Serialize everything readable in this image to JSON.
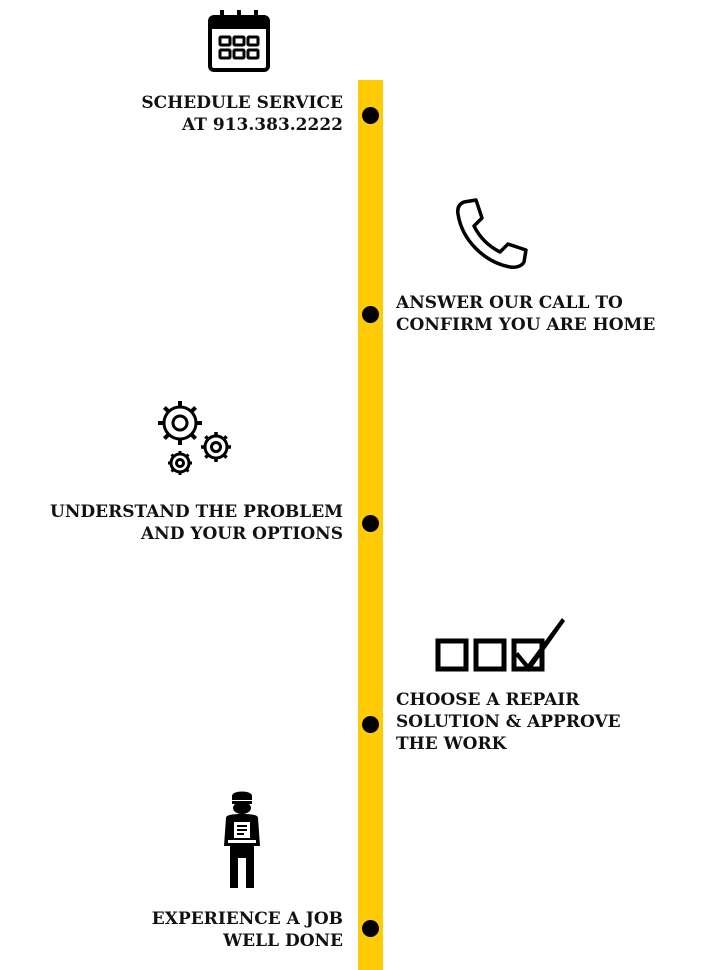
{
  "colors": {
    "timeline": "#ffcb05",
    "dot": "#000000",
    "text": "#111111"
  },
  "steps": [
    {
      "icon": "calendar-icon",
      "lines": [
        "SCHEDULE SERVICE",
        "AT 913.383.2222"
      ]
    },
    {
      "icon": "phone-icon",
      "lines": [
        "ANSWER OUR CALL TO",
        "CONFIRM YOU ARE HOME"
      ]
    },
    {
      "icon": "gears-icon",
      "lines": [
        "UNDERSTAND THE PROBLEM",
        "AND YOUR OPTIONS"
      ]
    },
    {
      "icon": "checkboxes-icon",
      "lines": [
        "CHOOSE A REPAIR",
        "SOLUTION & APPROVE",
        "THE WORK"
      ]
    },
    {
      "icon": "technician-icon",
      "lines": [
        "EXPERIENCE A JOB",
        "WELL DONE"
      ]
    }
  ]
}
